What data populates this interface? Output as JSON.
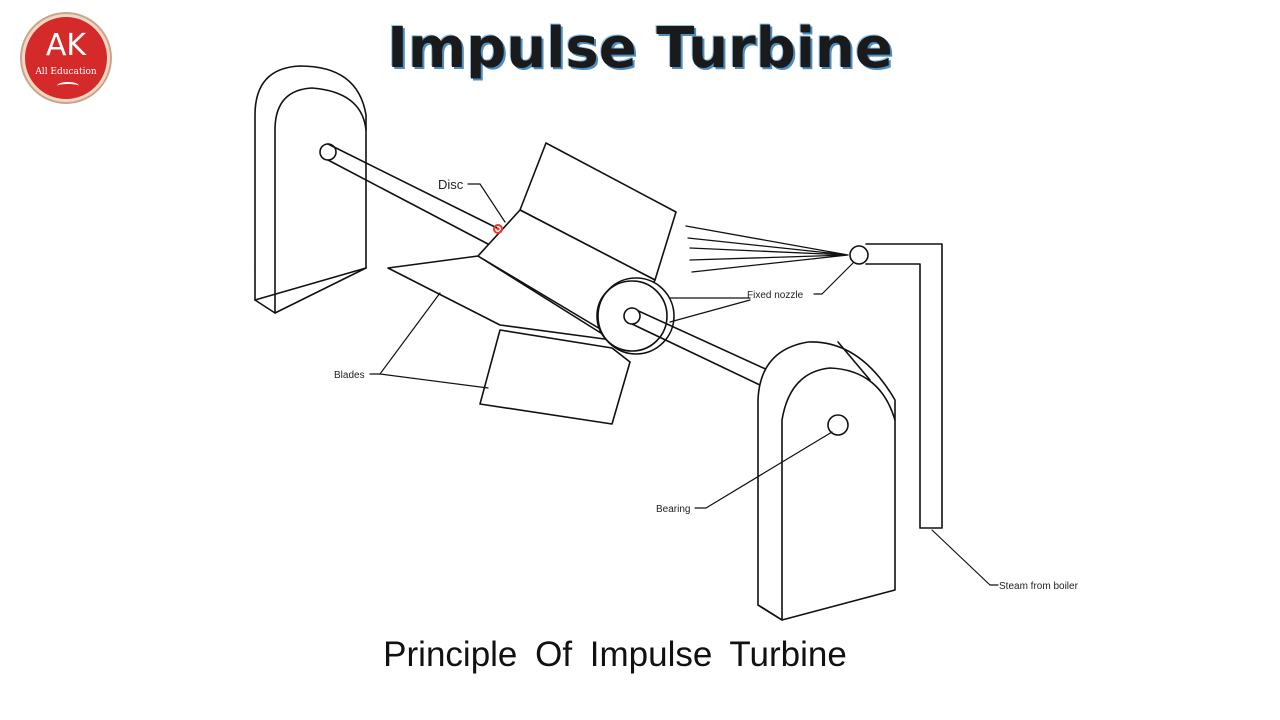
{
  "logo": {
    "initials": "AK",
    "subtitle": "All Education",
    "brand_color": "#d42a2a"
  },
  "title": "Impulse Turbine",
  "caption": "Principle Of Impulse Turbine",
  "labels": {
    "disc": "Disc",
    "fixed_nozzle": "Fixed  nozzle",
    "blades": "Blades",
    "bearing": "Bearing",
    "steam": "Steam  from  boiler"
  },
  "colors": {
    "title_shadow": "#4a8ec2",
    "pointer": "#e23b2b"
  }
}
